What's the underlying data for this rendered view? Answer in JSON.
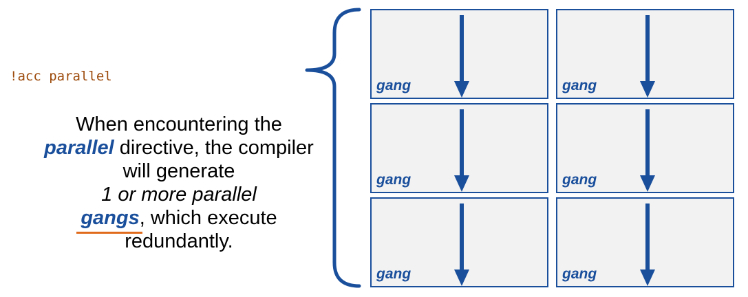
{
  "code": "!acc parallel",
  "description": {
    "part1": "When encountering the ",
    "keyword": "parallel",
    "part2": " directive, the compiler will generate ",
    "italic": "1 or more parallel",
    "gangs": "gangs",
    "part3": ", which execute redundantly."
  },
  "gangs": [
    {
      "label": "gang"
    },
    {
      "label": "gang"
    },
    {
      "label": "gang"
    },
    {
      "label": "gang"
    },
    {
      "label": "gang"
    },
    {
      "label": "gang"
    }
  ],
  "colors": {
    "accent": "#1a4f9c",
    "code": "#9c4a0b",
    "underline": "#e06b1d",
    "box_fill": "#f2f2f2"
  }
}
